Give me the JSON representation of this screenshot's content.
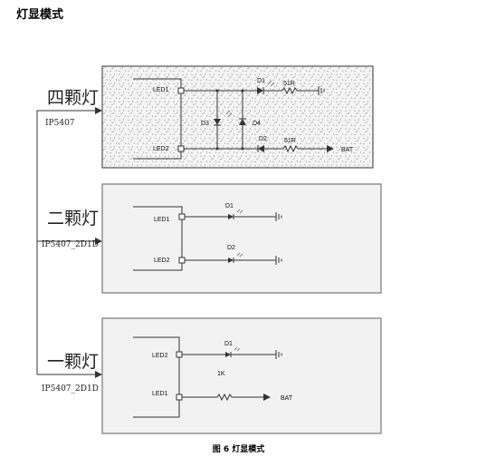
{
  "heading": "灯显模式",
  "caption": "图 6 灯显模式",
  "colors": {
    "panel_fill": "#f2f2f2",
    "panel_speckle": "#9a9a9a",
    "wire": "#333333",
    "arrow": "#333333"
  },
  "modes": [
    {
      "title": "四颗灯",
      "part": "IP5407"
    },
    {
      "title": "二颗灯",
      "part": "IP5407_2D1D"
    },
    {
      "title": "一颗灯",
      "part": "IP5407_2D1D"
    }
  ],
  "panel1": {
    "led1": "LED1",
    "led2": "LED2",
    "d1": "D1",
    "d2": "D2",
    "d3": "D3",
    "d4": "D4",
    "r1": "51R",
    "r2": "51R",
    "bat": "BAT"
  },
  "panel2": {
    "led1": "LED1",
    "led2": "LED2",
    "d1": "D1",
    "d2": "D2"
  },
  "panel3": {
    "led2": "LED2",
    "led1": "LED1",
    "d1": "D1",
    "r": "1K",
    "bat": "BAT"
  }
}
